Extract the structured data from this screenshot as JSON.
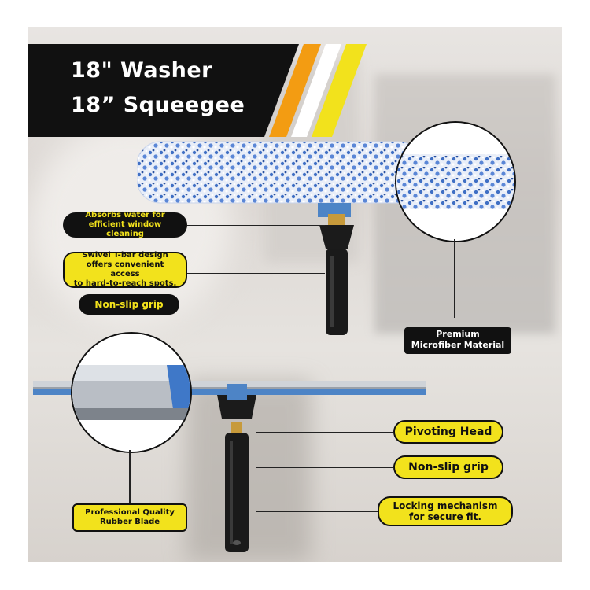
{
  "banner": {
    "line1": "18\" Washer",
    "line2": "18” Squeegee",
    "colors": {
      "black": "#111111",
      "yellow": "#f2e21c",
      "orange": "#f39c12",
      "white": "#ffffff"
    }
  },
  "callouts": {
    "absorbs": {
      "line1": "Absorbs water for",
      "line2": "efficient window cleaning"
    },
    "swivel": {
      "line1": "Swivel T-bar design",
      "line2": "offers convenient access",
      "line3": "to hard-to-reach spots."
    },
    "grip_top": "Non-slip grip",
    "premium": {
      "line1": "Premium",
      "line2": "Microfiber Material"
    },
    "pivot": "Pivoting Head",
    "grip_bottom": "Non-slip grip",
    "locking": {
      "line1": "Locking mechanism",
      "line2": "for secure fit."
    },
    "blade": {
      "line1": "Professional Quality",
      "line2": "Rubber Blade"
    }
  },
  "icons": {
    "washer": "microfiber-washer-icon",
    "squeegee": "squeegee-icon",
    "microfiber_zoom": "microfiber-closeup-icon",
    "blade_zoom": "rubber-blade-closeup-icon"
  }
}
